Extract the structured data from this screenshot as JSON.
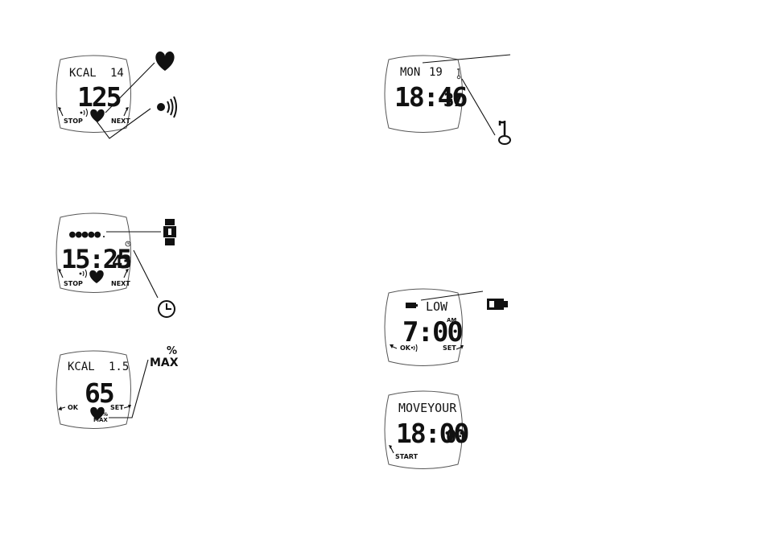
{
  "screens": {
    "kcal_hr": {
      "top": "KCAL",
      "top_num": "14",
      "main": "125",
      "left": "STOP",
      "right": "NEXT"
    },
    "time_key": {
      "top": "MON",
      "top_num": "19",
      "main": "18:46",
      "sec": "37"
    },
    "battery_time": {
      "top": "●●●●●.",
      "main": "15:25",
      "sec": "43",
      "left": "STOP",
      "right": "NEXT"
    },
    "low_battery": {
      "top": "LOW",
      "main": "7:00",
      "ampm": "AM",
      "left": "OK",
      "right": "SET"
    },
    "kcal_max": {
      "top": "KCAL",
      "top_num": "1.5",
      "main": "65",
      "left": "OK",
      "right": "SET",
      "pct": "%",
      "max": "MAX"
    },
    "move": {
      "top": "MOVEYOUR",
      "main": "18:00",
      "sec": "00",
      "left": "START"
    }
  },
  "callouts": {
    "pct_symbol": "%",
    "max_label": "MAX"
  },
  "icons": [
    "heart-icon",
    "signal-waves-icon",
    "key-icon",
    "wrist-unit-icon",
    "clock-icon",
    "battery-icon"
  ]
}
